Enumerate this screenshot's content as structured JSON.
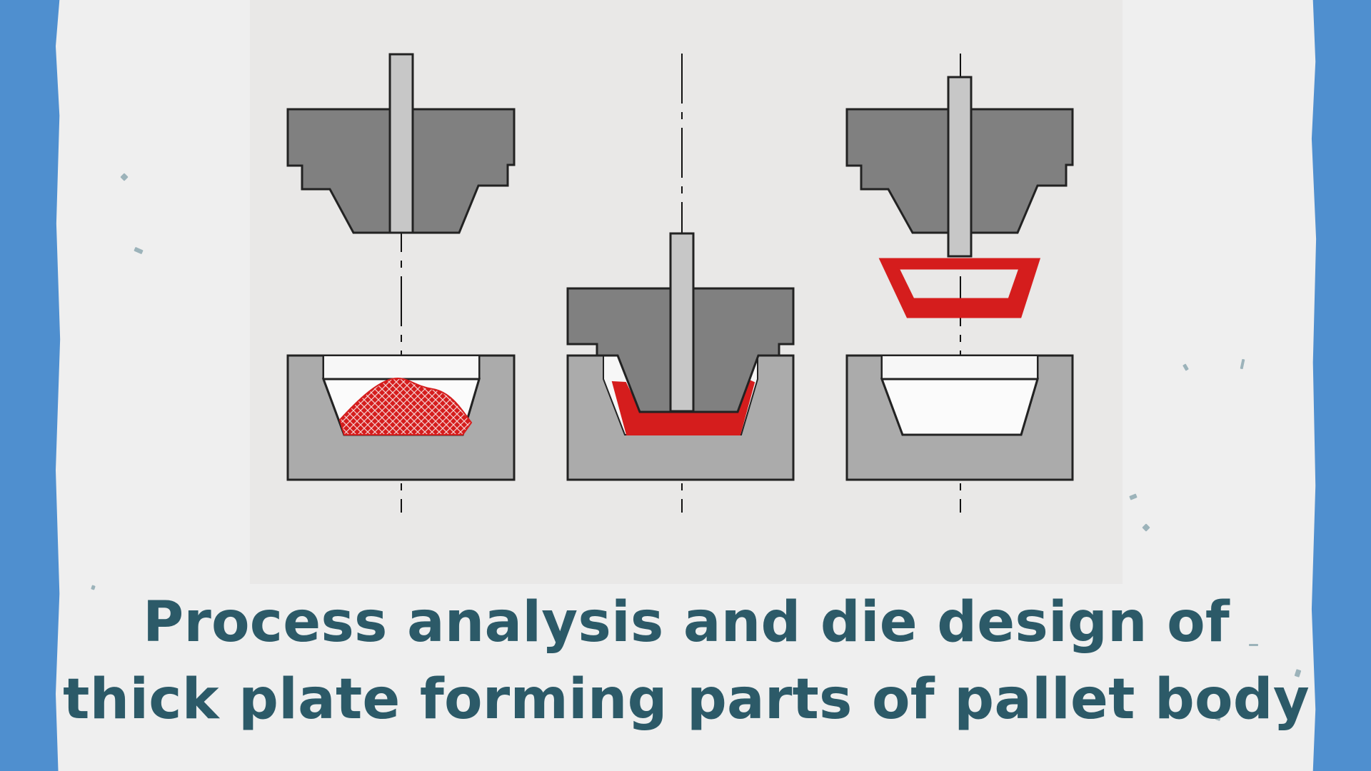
{
  "title": {
    "line1": "Process analysis and die design of",
    "line2": "thick plate forming parts of pallet body"
  },
  "colors": {
    "background_blue": "#4f8fcf",
    "paper": "#efefef",
    "diagram_background": "#e9e8e7",
    "die_dark": "#808080",
    "die_light": "#ababab",
    "material_red": "#d51d1d",
    "title_text": "#2c5a68"
  },
  "stages": [
    {
      "name": "powder-loading",
      "material": "red powder in die cavity"
    },
    {
      "name": "pressing",
      "material": "formed red part"
    },
    {
      "name": "ejection",
      "material": "ejected red part"
    }
  ]
}
